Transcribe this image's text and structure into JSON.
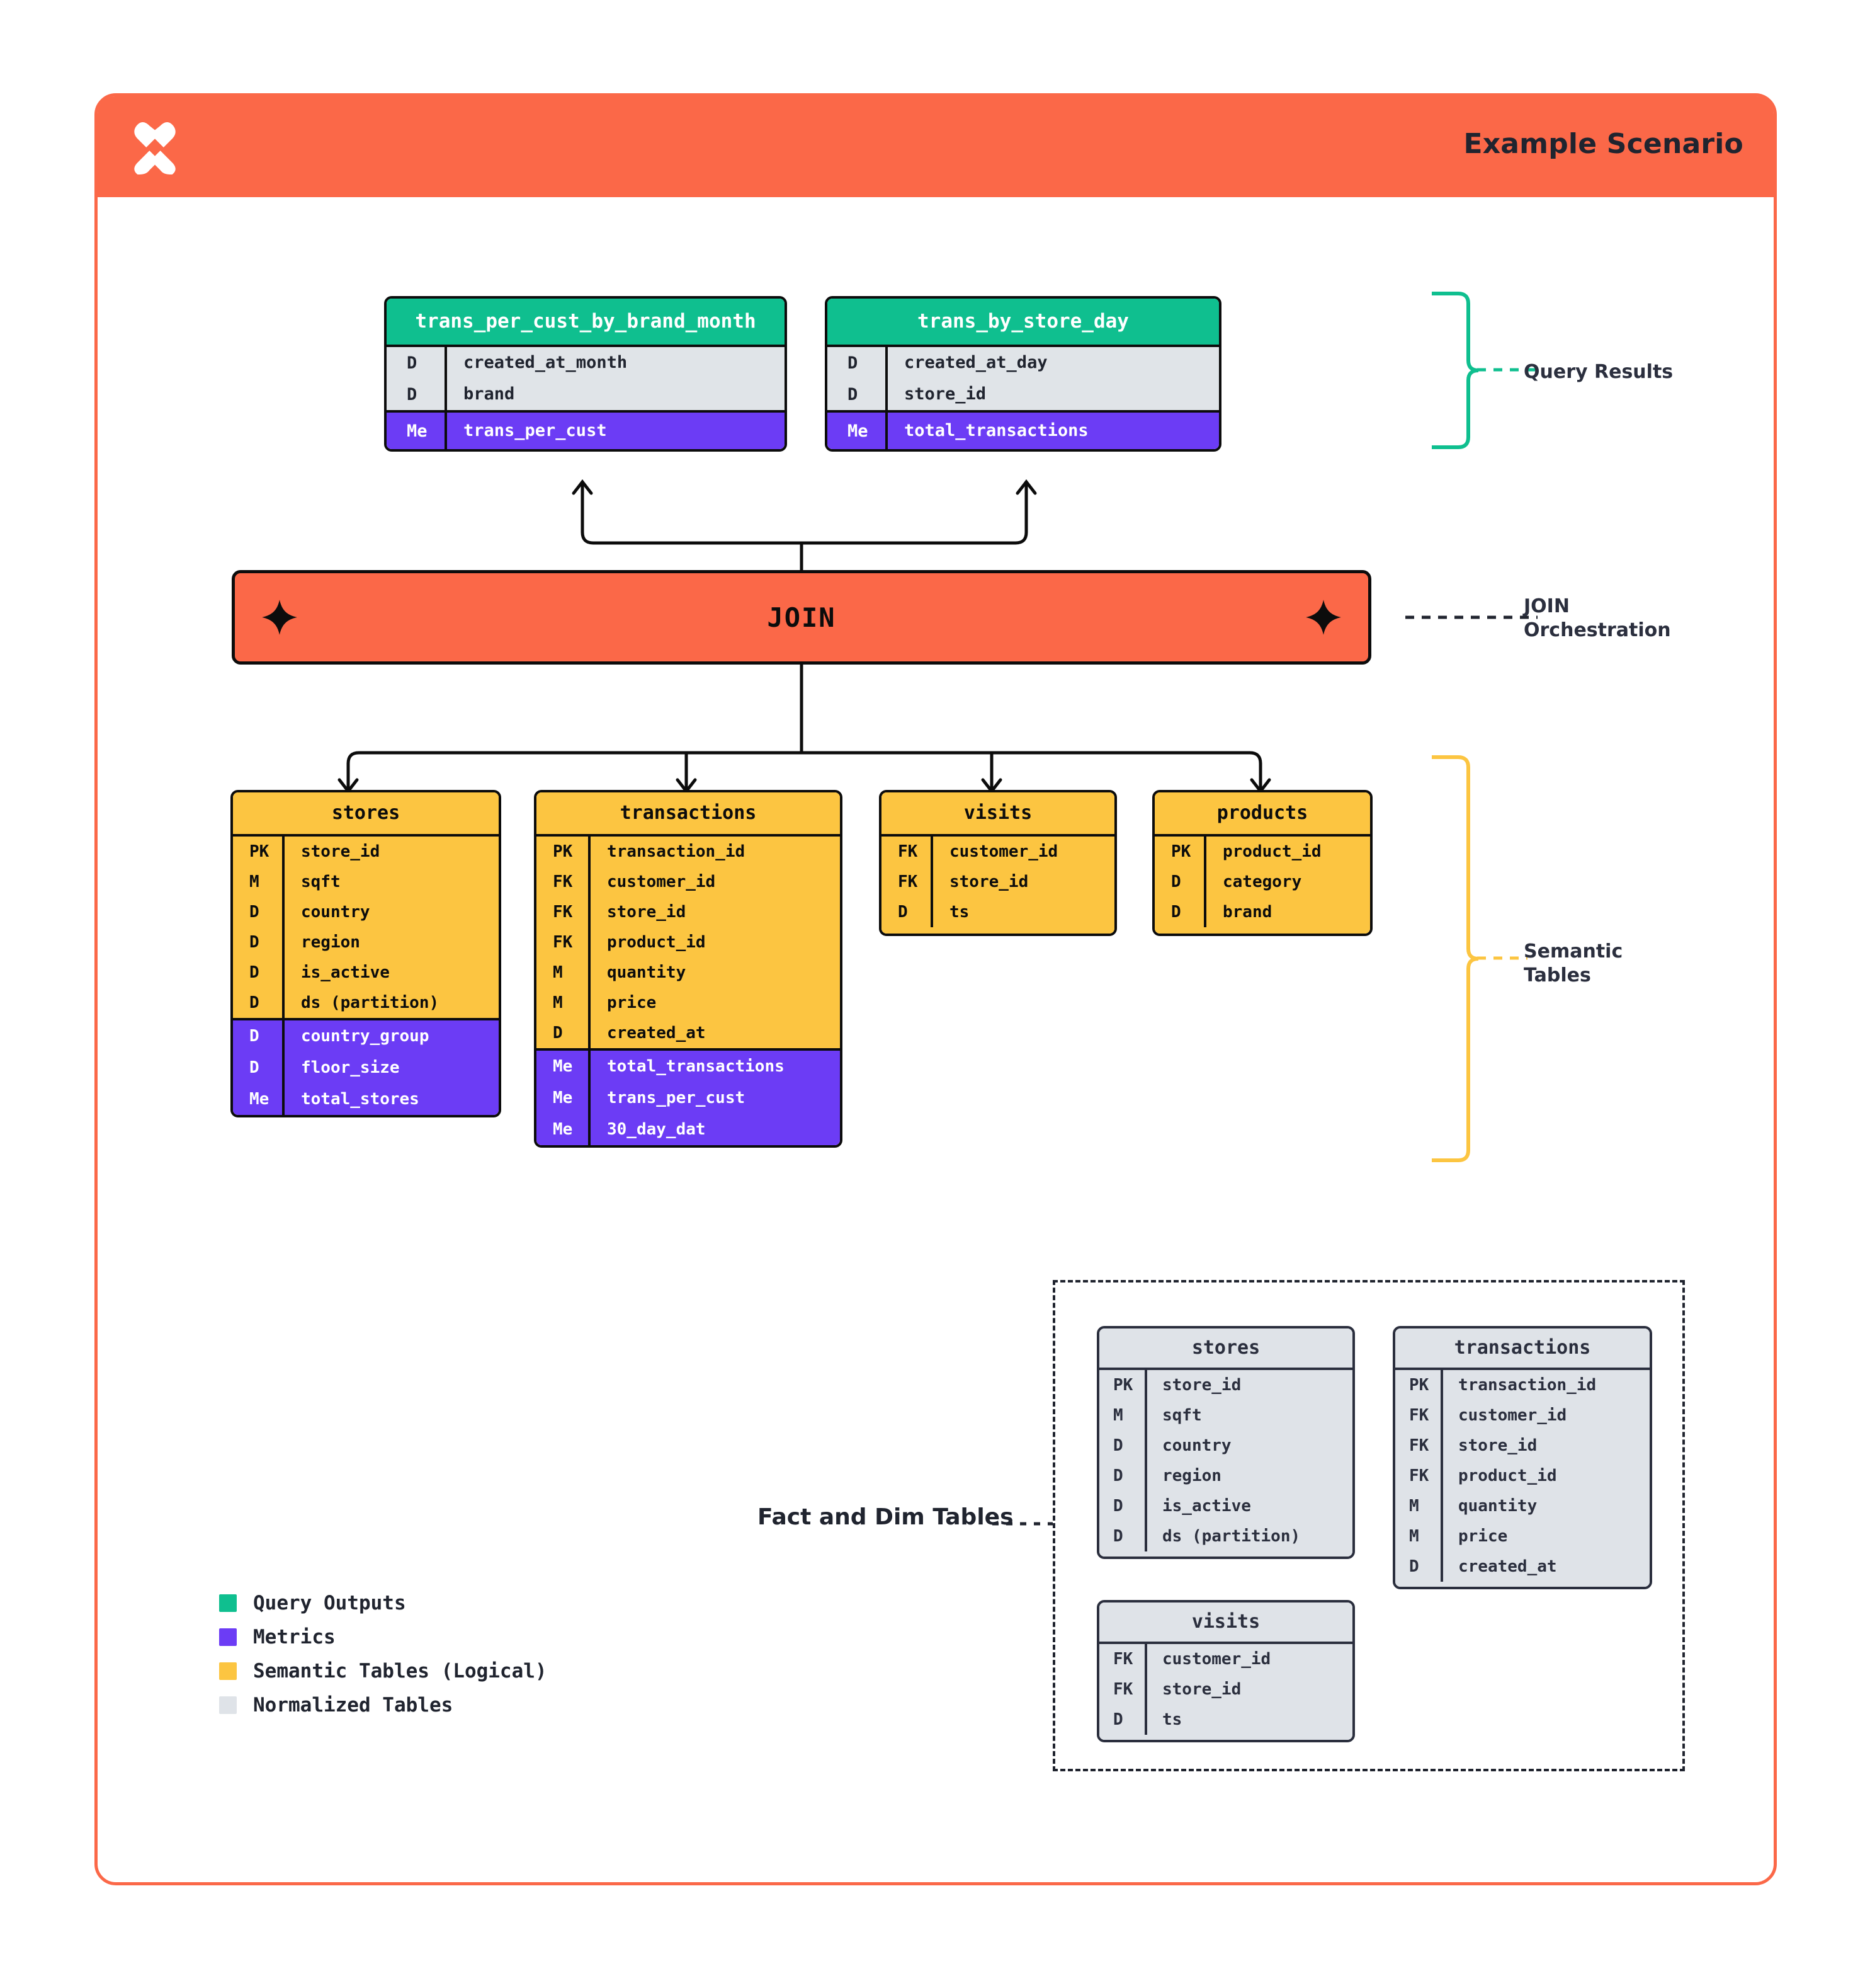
{
  "header": {
    "title": "Example Scenario",
    "logo_icon": "x-star-logo",
    "bar_color": "#FB6848"
  },
  "colors": {
    "query_output": "#0FBF8F",
    "metric": "#6C3CF5",
    "semantic": "#FCC541",
    "normalized": "#DFE3E8",
    "accent": "#FB6848",
    "ink": "#20242F"
  },
  "query_results": {
    "annotation": "Query Results",
    "tables": [
      {
        "name": "trans_per_cust_by_brand_month",
        "fields": [
          {
            "key": "D",
            "col": "created_at_month"
          },
          {
            "key": "D",
            "col": "brand"
          }
        ],
        "metrics": [
          {
            "key": "Me",
            "col": "trans_per_cust"
          }
        ]
      },
      {
        "name": "trans_by_store_day",
        "fields": [
          {
            "key": "D",
            "col": "created_at_day"
          },
          {
            "key": "D",
            "col": "store_id"
          }
        ],
        "metrics": [
          {
            "key": "Me",
            "col": "total_transactions"
          }
        ]
      }
    ]
  },
  "join": {
    "label": "JOIN",
    "annotation": "JOIN\nOrchestration",
    "left_icon": "sparkle-icon",
    "right_icon": "sparkle-icon"
  },
  "semantic_layer": {
    "annotation": "Semantic\nTables",
    "tables": [
      {
        "name": "stores",
        "fields": [
          {
            "key": "PK",
            "col": "store_id"
          },
          {
            "key": "M",
            "col": "sqft"
          },
          {
            "key": "D",
            "col": "country"
          },
          {
            "key": "D",
            "col": "region"
          },
          {
            "key": "D",
            "col": "is_active"
          },
          {
            "key": "D",
            "col": "ds (partition)"
          }
        ],
        "metrics": [
          {
            "key": "D",
            "col": "country_group"
          },
          {
            "key": "D",
            "col": "floor_size"
          },
          {
            "key": "Me",
            "col": "total_stores"
          }
        ]
      },
      {
        "name": "transactions",
        "fields": [
          {
            "key": "PK",
            "col": "transaction_id"
          },
          {
            "key": "FK",
            "col": "customer_id"
          },
          {
            "key": "FK",
            "col": "store_id"
          },
          {
            "key": "FK",
            "col": "product_id"
          },
          {
            "key": "M",
            "col": "quantity"
          },
          {
            "key": "M",
            "col": "price"
          },
          {
            "key": "D",
            "col": "created_at"
          }
        ],
        "metrics": [
          {
            "key": "Me",
            "col": "total_transactions"
          },
          {
            "key": "Me",
            "col": "trans_per_cust"
          },
          {
            "key": "Me",
            "col": "30_day_dat"
          }
        ]
      },
      {
        "name": "visits",
        "fields": [
          {
            "key": "FK",
            "col": "customer_id"
          },
          {
            "key": "FK",
            "col": "store_id"
          },
          {
            "key": "D",
            "col": "ts"
          }
        ],
        "metrics": []
      },
      {
        "name": "products",
        "fields": [
          {
            "key": "PK",
            "col": "product_id"
          },
          {
            "key": "D",
            "col": "category"
          },
          {
            "key": "D",
            "col": "brand"
          }
        ],
        "metrics": []
      }
    ]
  },
  "fact_dim": {
    "annotation": "Fact and Dim Tables",
    "tables": [
      {
        "name": "stores",
        "fields": [
          {
            "key": "PK",
            "col": "store_id"
          },
          {
            "key": "M",
            "col": "sqft"
          },
          {
            "key": "D",
            "col": "country"
          },
          {
            "key": "D",
            "col": "region"
          },
          {
            "key": "D",
            "col": "is_active"
          },
          {
            "key": "D",
            "col": "ds (partition)"
          }
        ]
      },
      {
        "name": "transactions",
        "fields": [
          {
            "key": "PK",
            "col": "transaction_id"
          },
          {
            "key": "FK",
            "col": "customer_id"
          },
          {
            "key": "FK",
            "col": "store_id"
          },
          {
            "key": "FK",
            "col": "product_id"
          },
          {
            "key": "M",
            "col": "quantity"
          },
          {
            "key": "M",
            "col": "price"
          },
          {
            "key": "D",
            "col": "created_at"
          }
        ]
      },
      {
        "name": "visits",
        "fields": [
          {
            "key": "FK",
            "col": "customer_id"
          },
          {
            "key": "FK",
            "col": "store_id"
          },
          {
            "key": "D",
            "col": "ts"
          }
        ]
      }
    ]
  },
  "legend": {
    "items": [
      {
        "label": "Query Outputs",
        "color": "#0FBF8F"
      },
      {
        "label": "Metrics",
        "color": "#6C3CF5"
      },
      {
        "label": "Semantic Tables (Logical)",
        "color": "#FCC541"
      },
      {
        "label": "Normalized Tables",
        "color": "#DFE3E8"
      }
    ]
  }
}
